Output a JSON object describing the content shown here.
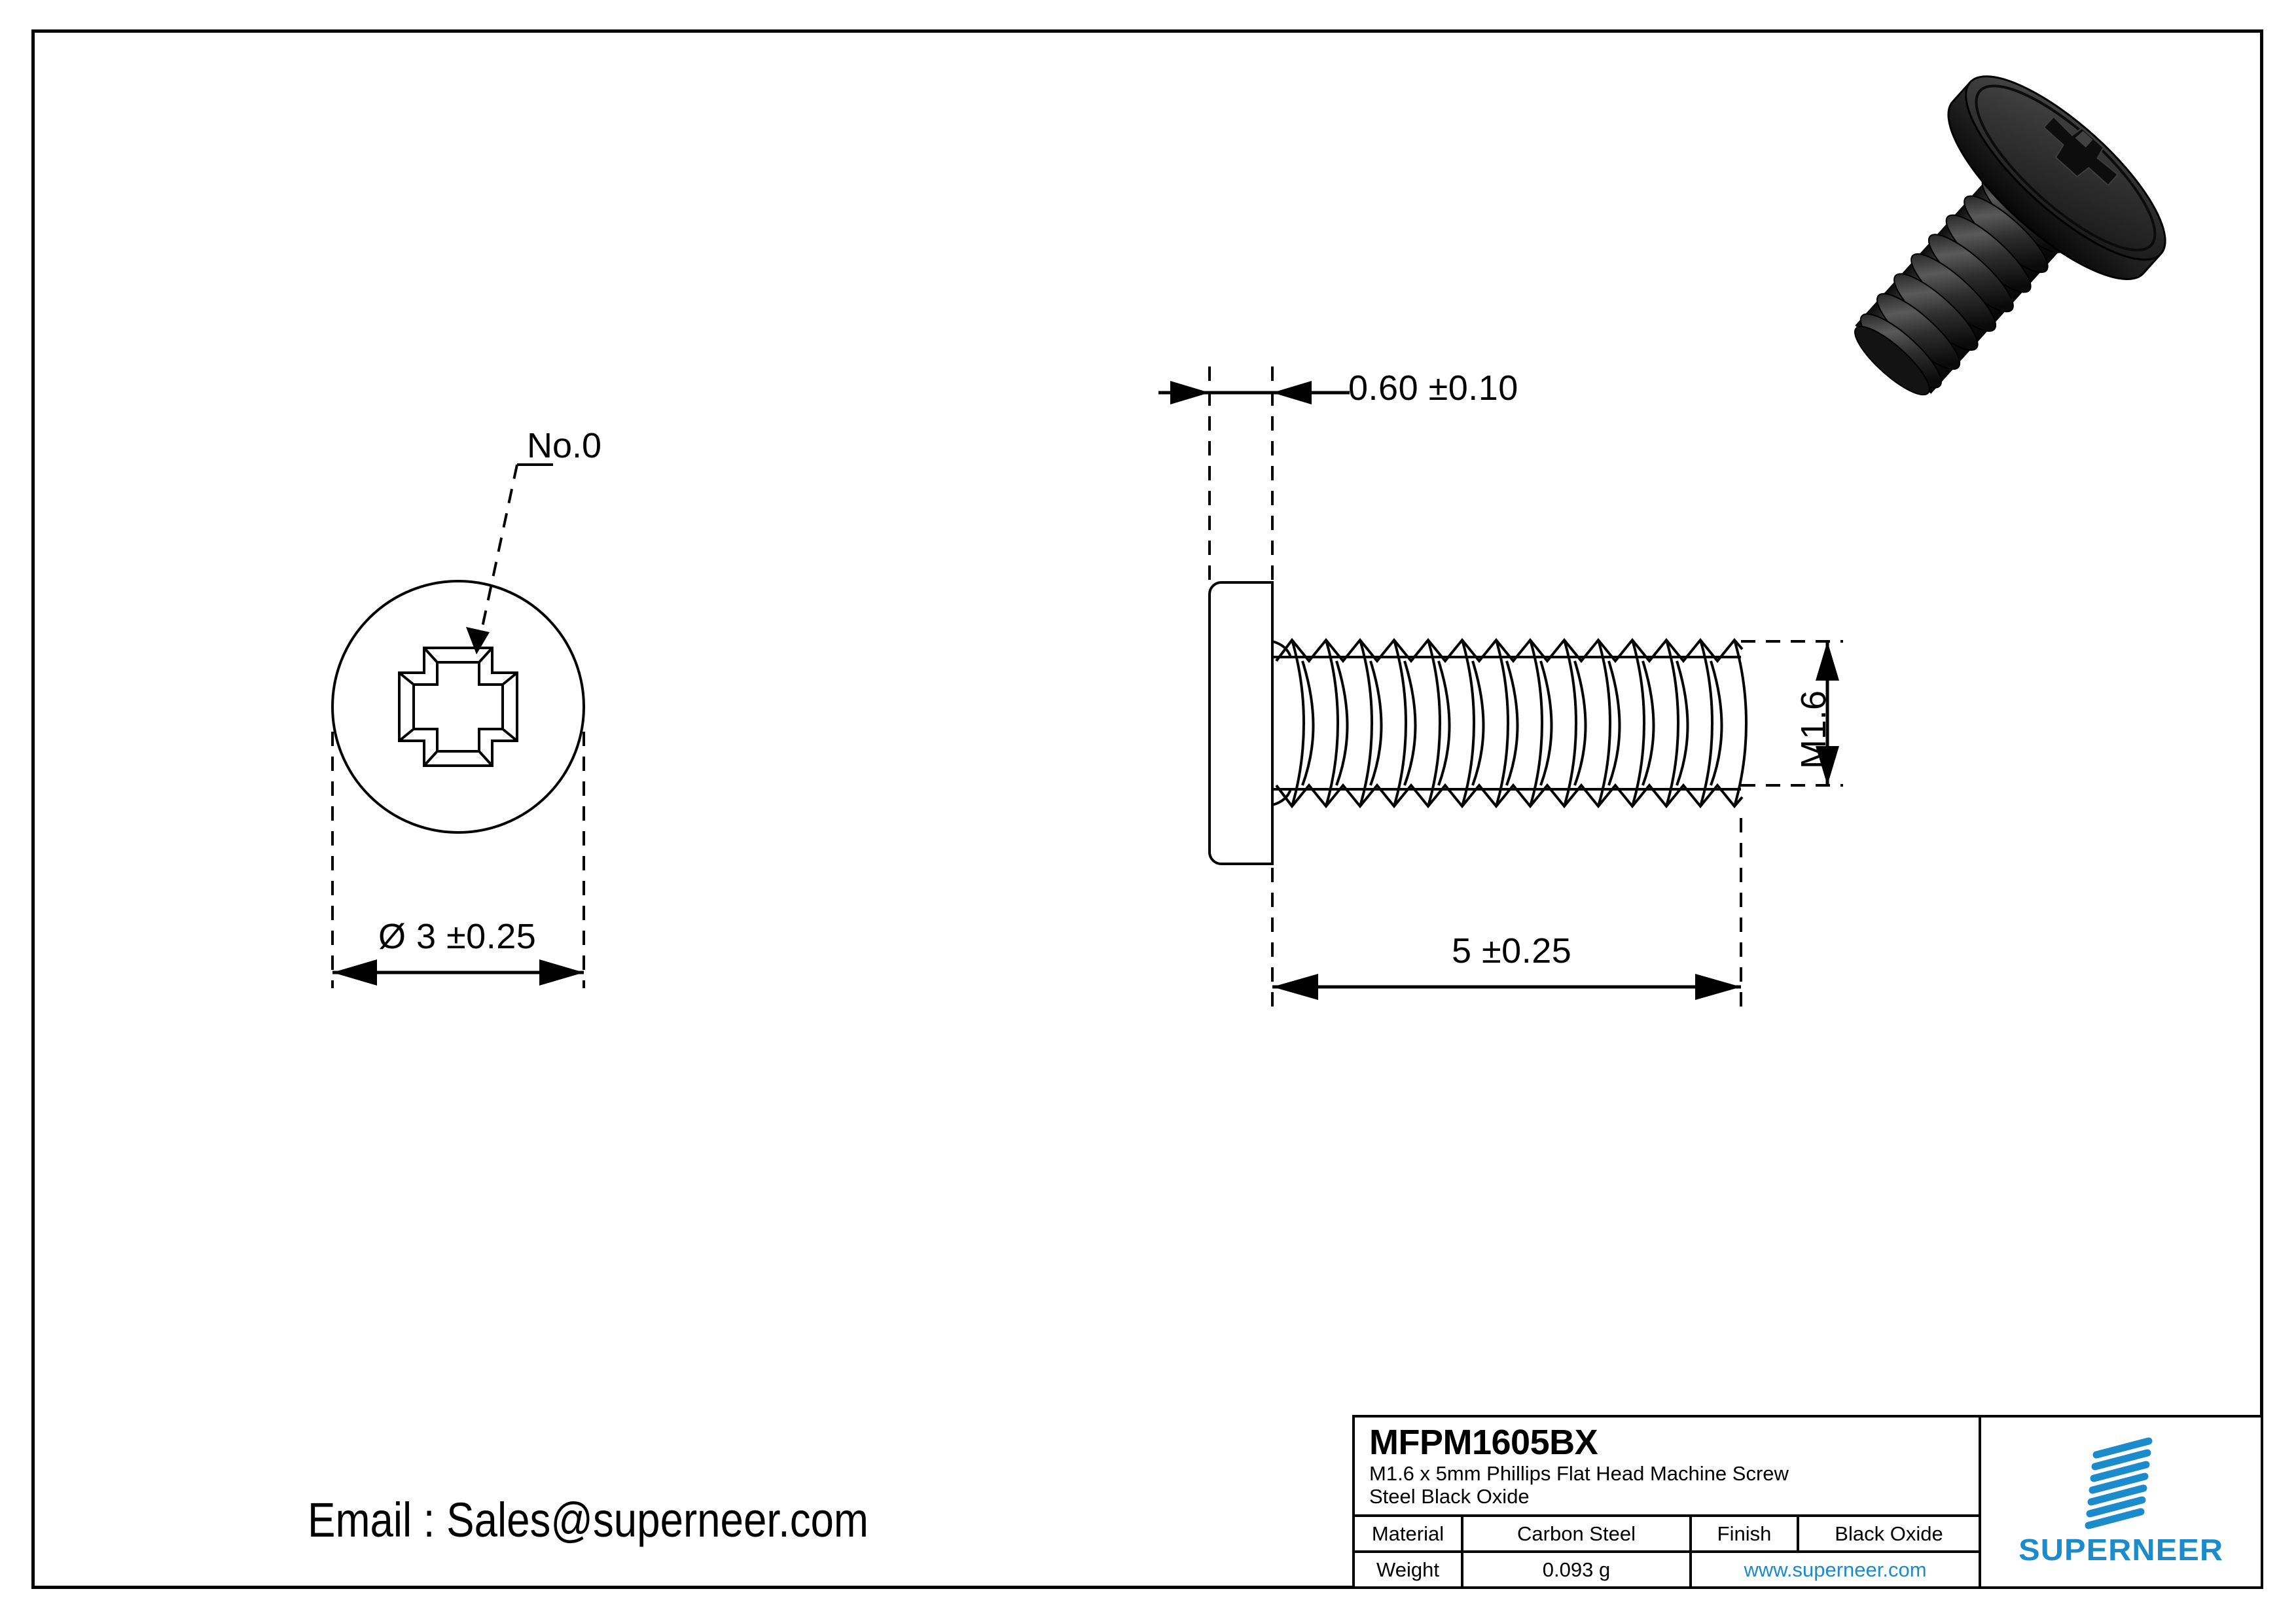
{
  "sheet": {
    "background": "#ffffff",
    "frame_color": "#000000",
    "accent_blue": "#1B8BCC"
  },
  "drawing": {
    "front_view": {
      "leader_label": "No.0",
      "head_diameter_dim": "Ø 3 ±0.25"
    },
    "side_view": {
      "head_height_dim": "0.60 ±0.10",
      "thread_size_dim": "M1.6",
      "length_dim": "5 ±0.25"
    }
  },
  "contact": {
    "email_line": "Email : Sales@superneer.com"
  },
  "title_block": {
    "part_number": "MFPM1605BX",
    "description_line1": "M1.6 x 5mm Phillips Flat Head Machine Screw",
    "description_line2": "Steel Black Oxide",
    "rows": [
      {
        "label": "Material",
        "value": "Carbon Steel",
        "label2": "Finish",
        "value2": "Black Oxide"
      },
      {
        "label": "Weight",
        "value": "0.093 g",
        "link": "www.superneer.com"
      }
    ],
    "logo": {
      "wordmark": "SUPERNEER",
      "mark_name": "superneer-stripes-logo",
      "color": "#1B8BCC"
    }
  }
}
